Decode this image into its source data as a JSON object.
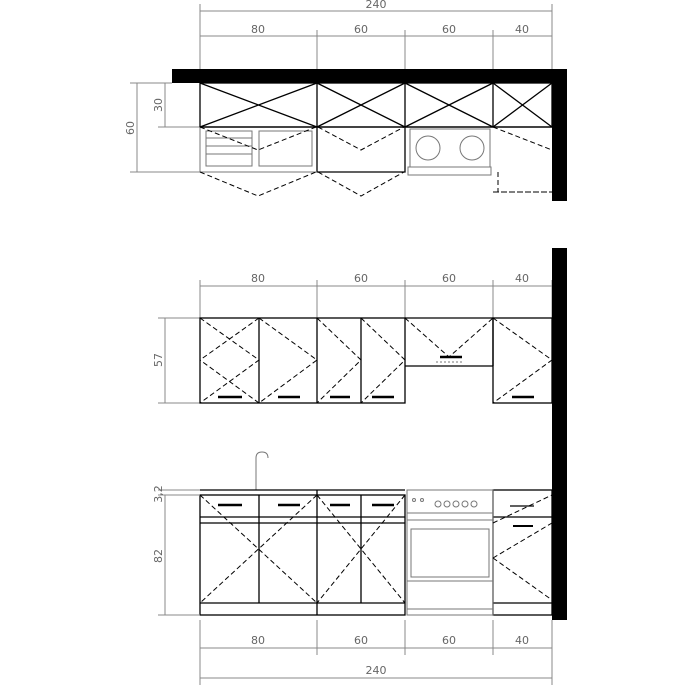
{
  "plan": {
    "total": "240",
    "segments": [
      "80",
      "60",
      "60",
      "40"
    ],
    "depth": "60",
    "upper_depth": "30"
  },
  "elevation_upper": {
    "segments": [
      "80",
      "60",
      "60",
      "40"
    ],
    "height": "57"
  },
  "elevation_base": {
    "worktop": "3,2",
    "height": "82",
    "segments": [
      "80",
      "60",
      "60",
      "40"
    ],
    "total": "240"
  },
  "colors": {
    "wall": "#000000",
    "dimension": "#888888"
  }
}
